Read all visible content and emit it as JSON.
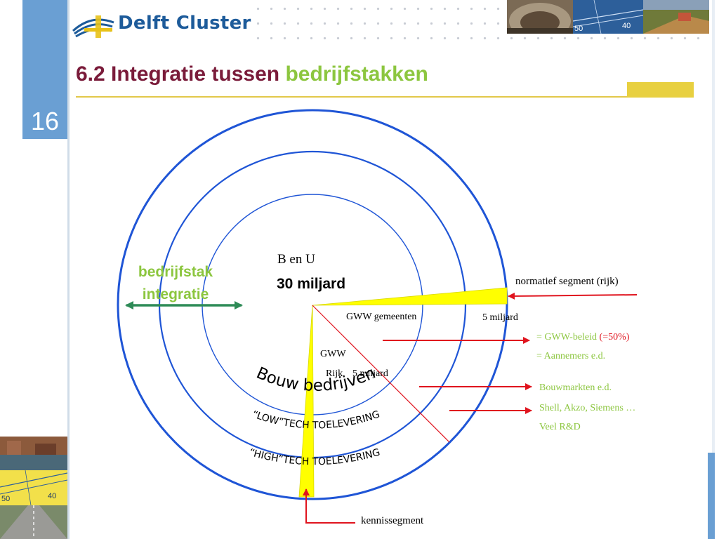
{
  "header": {
    "logo_text": "Delft Cluster",
    "slide_number": "16",
    "title_part1": "6.2 Integratie tussen ",
    "title_part2": "bedrijfstakken",
    "photo_numbers": [
      "50",
      "40"
    ]
  },
  "diagram": {
    "center_title": "B en U",
    "center_amount": "30 miljard",
    "left_label_line1": "bedrijfstak",
    "left_label_line2": "integratie",
    "gww_gemeenten": "GWW gemeenten",
    "gww": "GWW",
    "rijk": "Rijk",
    "five_miljard_a": "5 miljard",
    "five_miljard_b": "5 miljard",
    "ring_bouw": "Bouw   bedrijven",
    "ring_low": "“LOW”TECH   TOELEVERING",
    "ring_high": "“HIGH”TECH   TOELEVERING",
    "normatief": "normatief segment (rijk)",
    "gww_beleid": "= GWW-beleid ",
    "gww_beleid_pct": "(=50%)",
    "aannemers": "= Aannemers e.d.",
    "bouwmarkten": "Bouwmarkten e.d.",
    "shell": "Shell, Akzo, Siemens …",
    "veel_rd": "Veel R&D",
    "kennissegment": "kennissegment"
  },
  "colors": {
    "title_maroon": "#7a1b3a",
    "accent_green": "#8cc63f",
    "circle_blue": "#1f55d6",
    "arrow_red": "#e0141e",
    "segment_yellow": "#ffff00",
    "arrow_teal": "#2e8b57"
  }
}
